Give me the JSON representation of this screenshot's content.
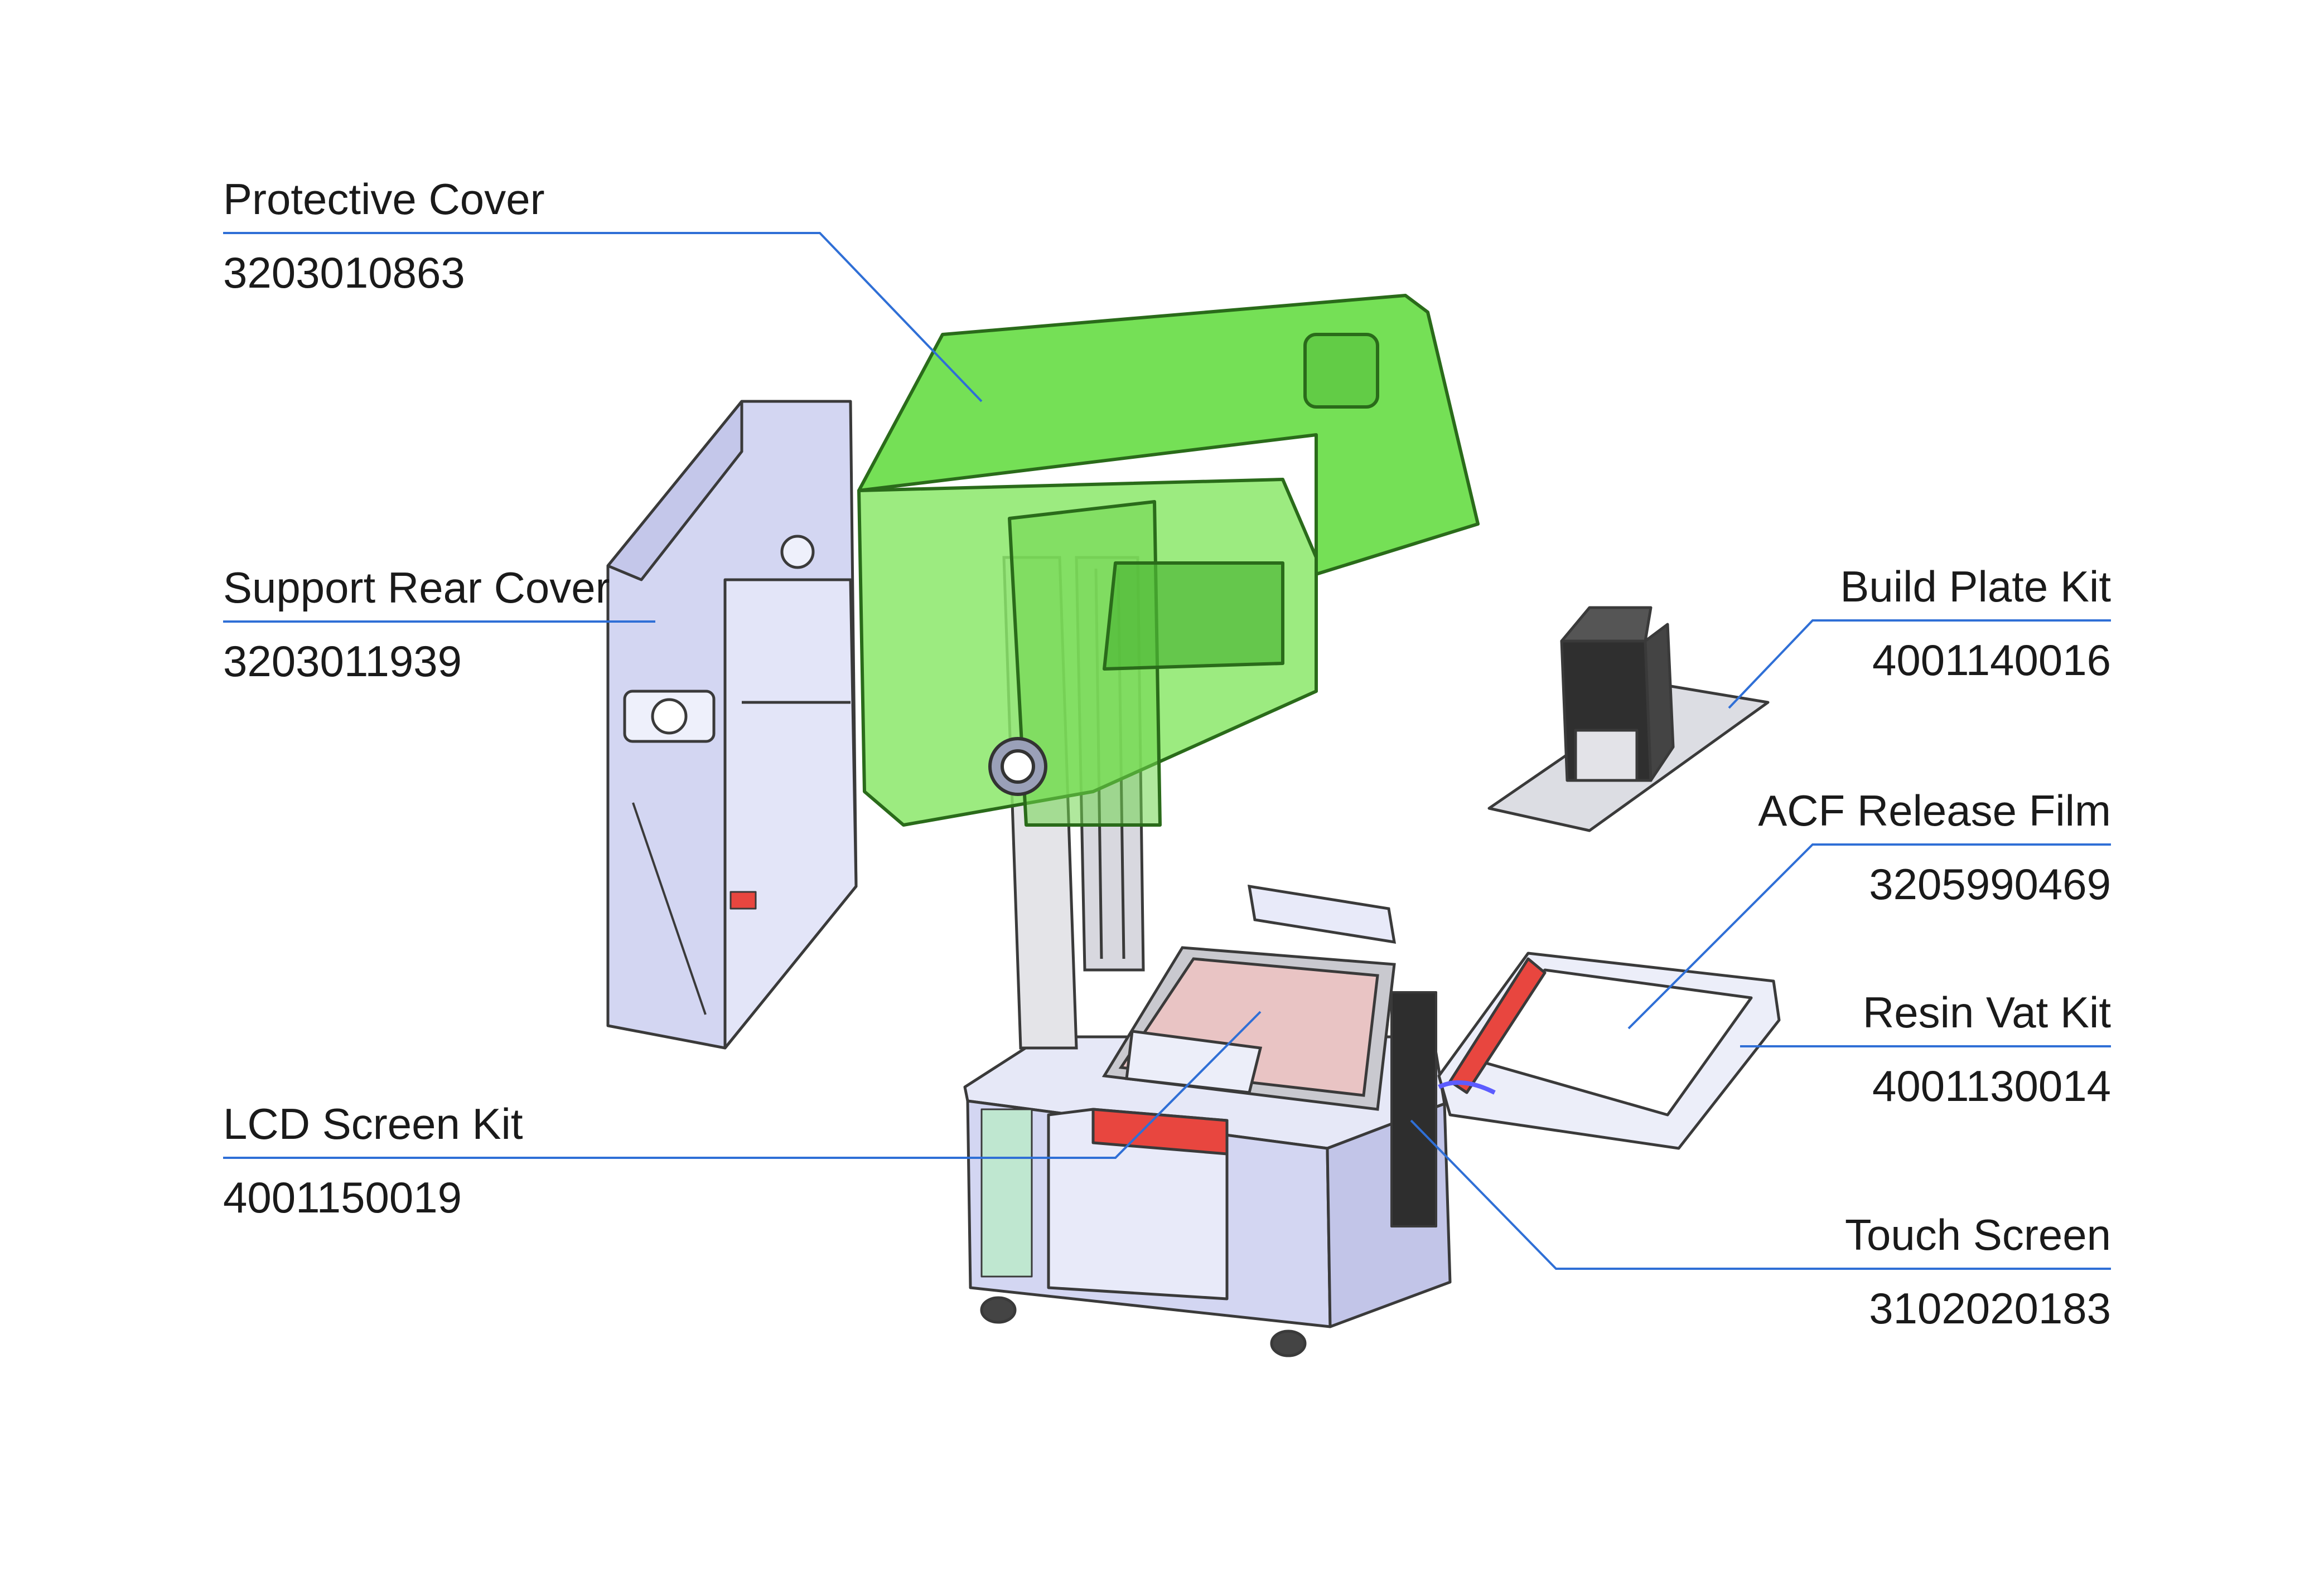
{
  "callouts": [
    {
      "id": "protective-cover",
      "name": "Protective Cover",
      "part_no": "3203010863",
      "side": "left"
    },
    {
      "id": "support-rear-cover",
      "name": "Support Rear Cover",
      "part_no": "3203011939",
      "side": "left"
    },
    {
      "id": "lcd-screen-kit",
      "name": "LCD Screen Kit",
      "part_no": "4001150019",
      "side": "left"
    },
    {
      "id": "build-plate-kit",
      "name": "Build Plate Kit",
      "part_no": "4001140016",
      "side": "right"
    },
    {
      "id": "acf-release-film",
      "name": "ACF Release Film",
      "part_no": "3205990469",
      "side": "right"
    },
    {
      "id": "resin-vat-kit",
      "name": "Resin Vat Kit",
      "part_no": "4001130014",
      "side": "right"
    },
    {
      "id": "touch-screen",
      "name": "Touch Screen",
      "part_no": "3102020183",
      "side": "right"
    }
  ],
  "colors": {
    "leader_line": "#2f6fd6",
    "cover_green": "#7ee85a",
    "body_lavender": "#d3d6f2",
    "outline": "#3a3a3a",
    "accent_red": "#e8463f"
  }
}
